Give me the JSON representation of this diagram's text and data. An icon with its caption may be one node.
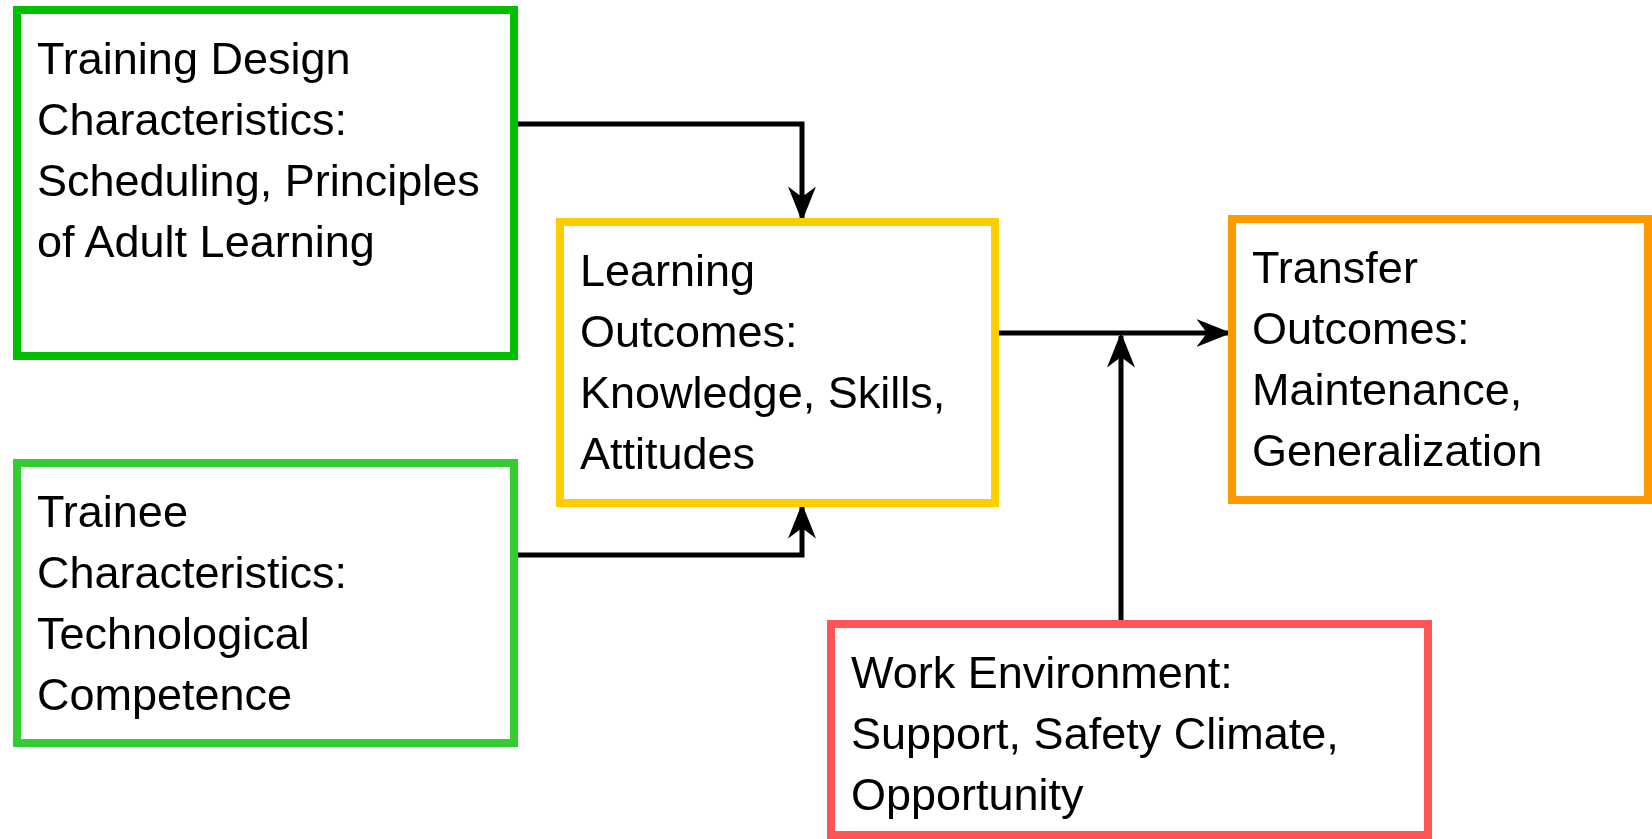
{
  "diagram": {
    "nodes": [
      {
        "text": [
          "Training Design Characteristics: Scheduling, Principles of Adult Learning"
        ]
      },
      {
        "text": [
          "Trainee Characteristics: Technological Competence"
        ]
      },
      {
        "text": [
          "Learning Outcomes: Knowledge, Skills, Attitudes"
        ]
      },
      {
        "text": [
          "Transfer Outcomes: Maintenance, Generalization"
        ]
      },
      {
        "text": [
          "Work Environment: Support, Safety Climate, Opportunity"
        ]
      }
    ],
    "edges": [
      {
        "from": 0,
        "to": 2,
        "arrow": "to"
      },
      {
        "from": 1,
        "to": 2,
        "arrow": "to"
      },
      {
        "from": 2,
        "to": 3,
        "arrow": "to"
      },
      {
        "from": 4,
        "to": null,
        "arrow": "to"
      }
    ]
  }
}
